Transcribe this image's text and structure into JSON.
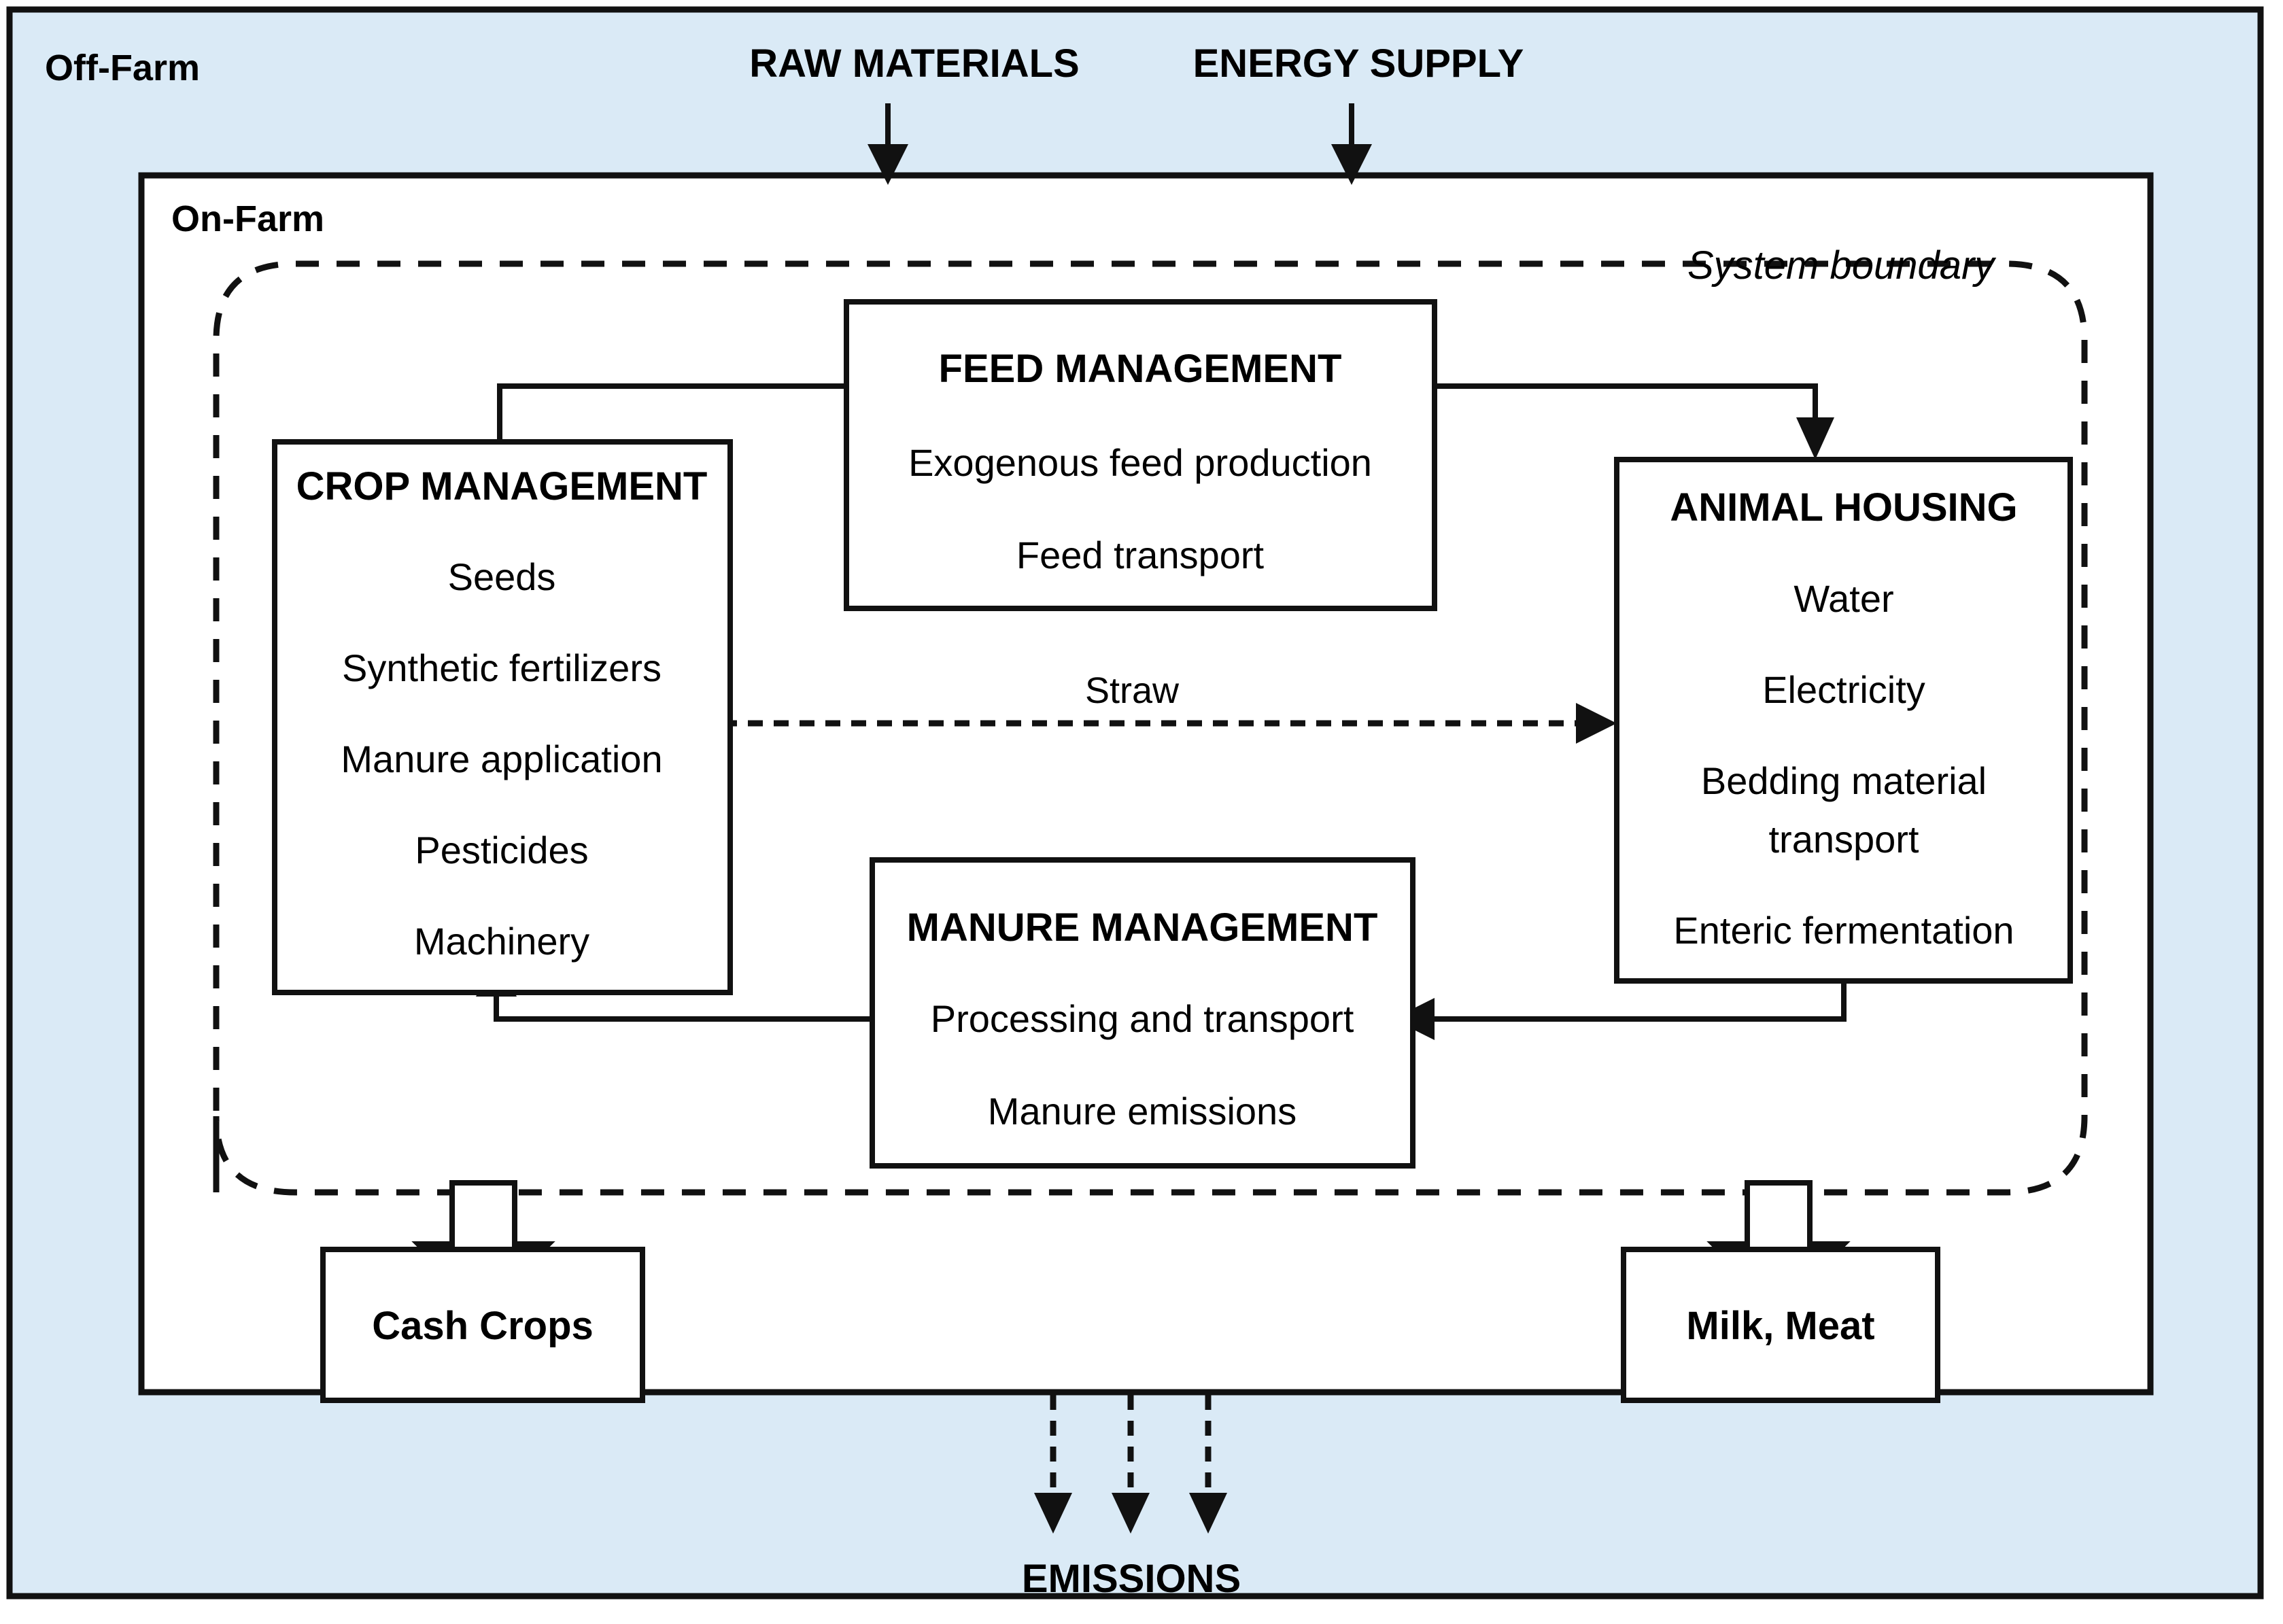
{
  "diagram": {
    "title": "Dairy farm life-cycle system diagram",
    "colors": {
      "off_farm_background": "#daeaf6",
      "on_farm_background": "#ffffff",
      "stroke": "#111111"
    },
    "zones": {
      "off_farm_label": "Off-Farm",
      "on_farm_label": "On-Farm",
      "system_boundary_label": "System boundary"
    },
    "external_inputs": [
      {
        "label": "RAW MATERIALS"
      },
      {
        "label": "ENERGY SUPPLY"
      }
    ],
    "external_outputs": [
      {
        "label": "EMISSIONS"
      }
    ],
    "processes": [
      {
        "id": "feed-management",
        "title": "FEED MANAGEMENT",
        "items": [
          "Exogenous feed production",
          "Feed transport"
        ]
      },
      {
        "id": "crop-management",
        "title": "CROP MANAGEMENT",
        "items": [
          "Seeds",
          "Synthetic fertilizers",
          "Manure application",
          "Pesticides",
          "Machinery"
        ]
      },
      {
        "id": "animal-housing",
        "title": "ANIMAL HOUSING",
        "items": [
          "Water",
          "Electricity",
          "Bedding material",
          "transport",
          "Enteric fermentation"
        ]
      },
      {
        "id": "manure-management",
        "title": "MANURE MANAGEMENT",
        "items": [
          "Processing and transport",
          "Manure emissions"
        ]
      }
    ],
    "outputs": [
      {
        "id": "cash-crops",
        "label": "Cash Crops"
      },
      {
        "id": "milk-meat",
        "label": "Milk, Meat"
      }
    ],
    "flows": [
      {
        "id": "feed-to-crop",
        "label": "",
        "from": "feed-management",
        "to": "crop-management",
        "style": "solid"
      },
      {
        "id": "feed-to-animal",
        "label": "",
        "from": "feed-management",
        "to": "animal-housing",
        "style": "solid-arrow"
      },
      {
        "id": "crop-to-animal",
        "label": "Straw",
        "from": "crop-management",
        "to": "animal-housing",
        "style": "dashed-arrow"
      },
      {
        "id": "animal-to-manure",
        "label": "",
        "from": "animal-housing",
        "to": "manure-management",
        "style": "solid-arrow"
      },
      {
        "id": "manure-to-crop",
        "label": "",
        "from": "manure-management",
        "to": "crop-management",
        "style": "solid-arrow"
      },
      {
        "id": "raw-materials-in",
        "label": "RAW MATERIALS",
        "from": "off-farm",
        "to": "on-farm",
        "style": "solid-arrow"
      },
      {
        "id": "energy-supply-in",
        "label": "ENERGY SUPPLY",
        "from": "off-farm",
        "to": "on-farm",
        "style": "solid-arrow"
      },
      {
        "id": "emissions-out-1",
        "label": "",
        "from": "on-farm",
        "to": "emissions",
        "style": "dashed-arrow"
      },
      {
        "id": "emissions-out-2",
        "label": "",
        "from": "on-farm",
        "to": "emissions",
        "style": "dashed-arrow"
      },
      {
        "id": "emissions-out-3",
        "label": "",
        "from": "on-farm",
        "to": "emissions",
        "style": "dashed-arrow"
      }
    ]
  }
}
